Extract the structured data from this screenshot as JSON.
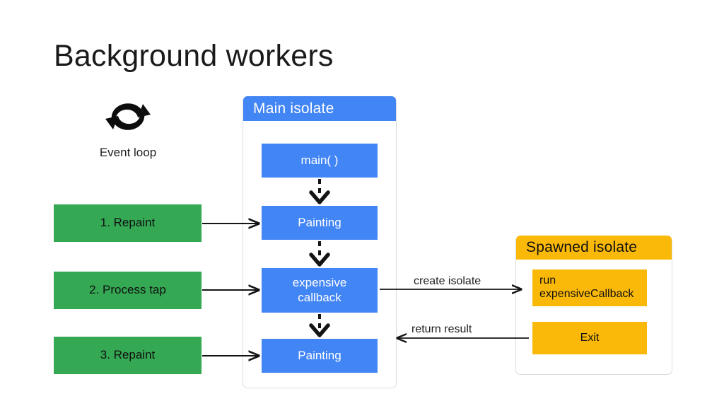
{
  "slide": {
    "title": "Background workers",
    "background_color": "#ffffff"
  },
  "palette": {
    "blue": "#4285F4",
    "green": "#34A853",
    "amber": "#FAB908",
    "text_dark": "#1f1f1f",
    "text_light": "#ffffff",
    "card_border": "#dadce0"
  },
  "event_loop": {
    "icon": "refresh-cycle-icon",
    "label": "Event loop"
  },
  "queue": {
    "items": [
      {
        "label": "1. Repaint"
      },
      {
        "label": "2. Process tap"
      },
      {
        "label": "3. Repaint"
      }
    ]
  },
  "main_isolate": {
    "title": "Main isolate",
    "steps": [
      {
        "label": "main( )"
      },
      {
        "label": "Painting"
      },
      {
        "line1": "expensive",
        "line2": "callback"
      },
      {
        "label": "Painting"
      }
    ]
  },
  "spawned_isolate": {
    "title": "Spawned isolate",
    "steps": [
      {
        "line1": "run",
        "line2": "expensiveCallback"
      },
      {
        "label": "Exit"
      }
    ]
  },
  "edges": {
    "create_isolate": "create isolate",
    "return_result": "return result"
  }
}
